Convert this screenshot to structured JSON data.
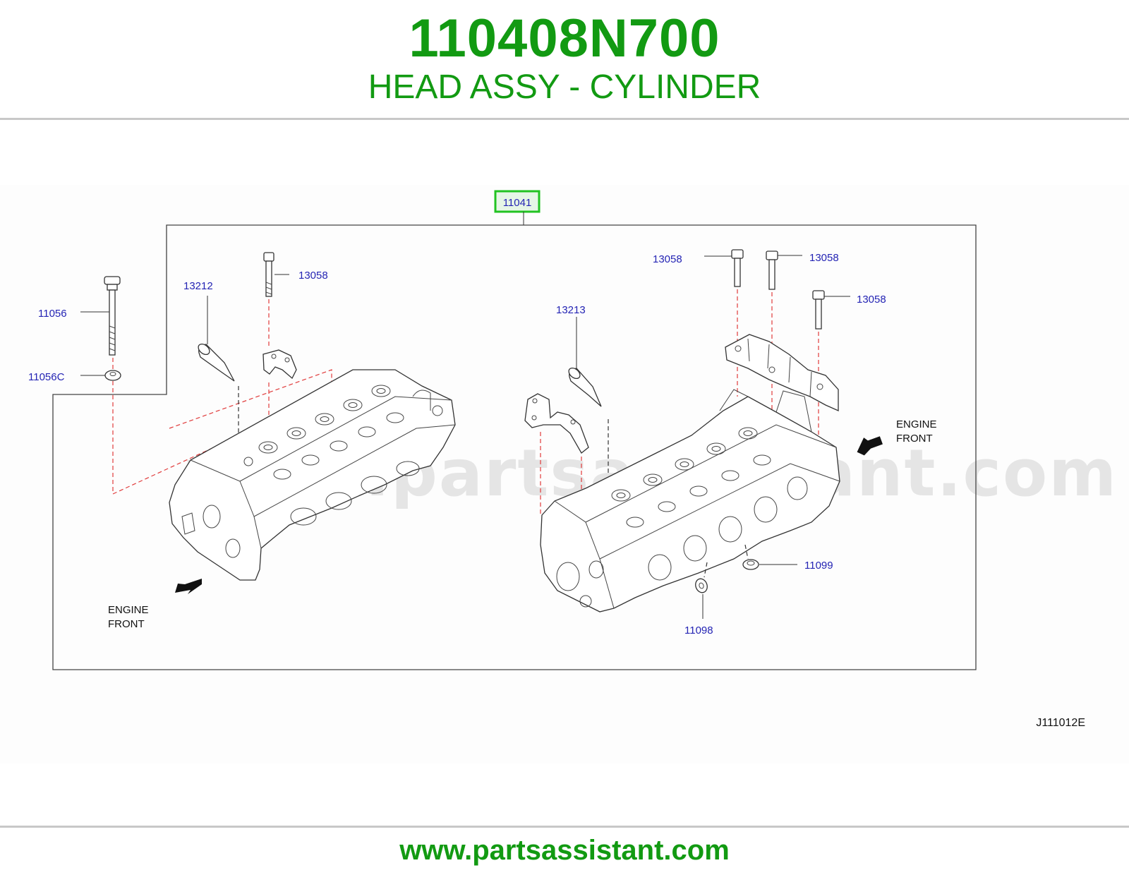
{
  "header": {
    "part_number": "110408N700",
    "title": "HEAD ASSY - CYLINDER"
  },
  "diagram": {
    "main_callout": "11041",
    "callouts": {
      "c11056": "11056",
      "c11056C": "11056C",
      "c13212": "13212",
      "c13058_left": "13058",
      "c13213": "13213",
      "c13058_a": "13058",
      "c13058_b": "13058",
      "c13058_c": "13058",
      "c11099": "11099",
      "c11098": "11098"
    },
    "engine_front_left": [
      "ENGINE",
      "FRONT"
    ],
    "engine_front_right": [
      "ENGINE",
      "FRONT"
    ],
    "drawing_code": "J111012E",
    "watermark": "www.partsassistant.com"
  },
  "footer": {
    "url": "www.partsassistant.com"
  },
  "colors": {
    "brand_green": "#129a12",
    "callout_blue": "#2424b4",
    "highlight_green": "#22c322",
    "dash_red": "#e03a3a"
  }
}
